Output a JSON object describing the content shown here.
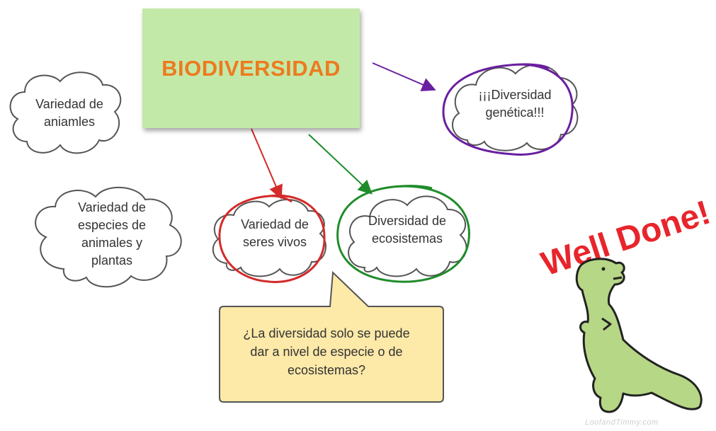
{
  "title": "BIODIVERSIDAD",
  "clouds": {
    "animales": [
      "Variedad de",
      "aniamles"
    ],
    "especies": [
      "Variedad de",
      "especies de",
      "animales y",
      "plantas"
    ],
    "seres": [
      "Variedad de",
      "seres vivos"
    ],
    "ecosistemas": [
      "Diversidad de",
      "ecosistemas"
    ],
    "genetica": [
      "¡¡¡Diversidad",
      "genética!!!"
    ]
  },
  "callout": [
    "¿La diversidad solo se puede",
    "dar a nivel de especie o de",
    "ecosistemas?"
  ],
  "sticker": {
    "text": "Well Done!",
    "watermark": "LoofandTimmy.com"
  },
  "colors": {
    "title_bg": "#c3e9a8",
    "title_text": "#ee7a1f",
    "red": "#d42a2a",
    "green": "#1f8c2a",
    "purple": "#6a1fa0",
    "callout_bg": "#fde9a8"
  }
}
